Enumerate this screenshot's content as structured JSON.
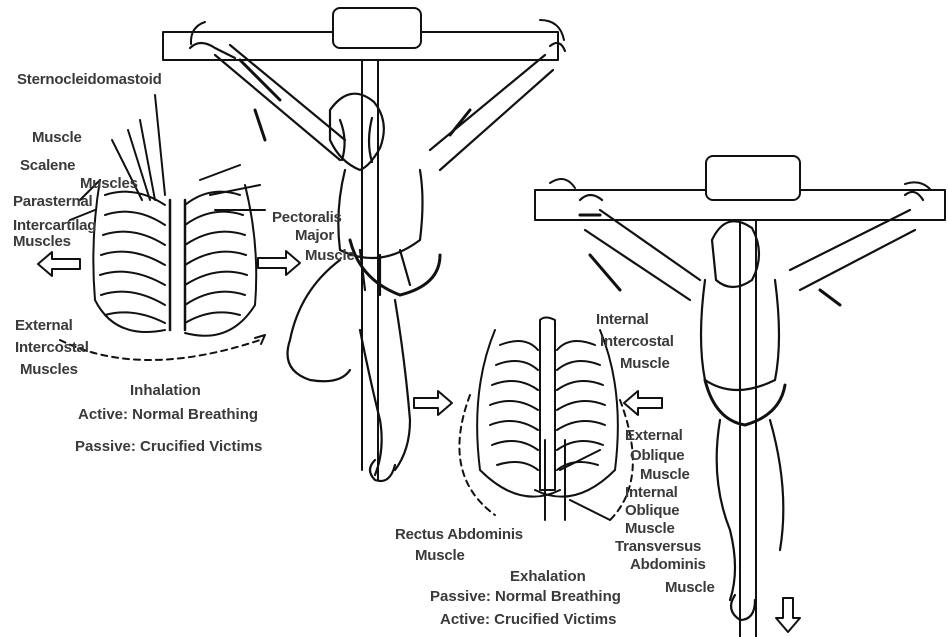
{
  "labels": {
    "sternocleidomastoid": "Sternocleidomastoid",
    "muscle": "Muscle",
    "scalene": "Scalene",
    "muscles_scalene": "Muscles",
    "parasternal": "Parasternal",
    "intercartilaginous": "Intercartilag",
    "muscles_parasternal": "Muscles",
    "pectoralis": "Pectoralis",
    "major": "Major",
    "muscle_pectoralis": "Muscle",
    "external": "External",
    "intercostal": "Intercostal",
    "muscles_external": "Muscles",
    "internal_a": "Internal",
    "intercostal_b": "Intercostal",
    "muscle_internal": "Muscle",
    "external_b": "External",
    "oblique_a": "Oblique",
    "muscle_oblique_a": "Muscle",
    "internal_b": "Internal",
    "oblique_b": "Oblique",
    "muscle_oblique_b": "Muscle",
    "rectus_abdominis": "Rectus Abdominis",
    "muscle_rectus": "Muscle",
    "transversus": "Transversus",
    "abdominis": "Abdominis",
    "muscle_transversus": "Muscle"
  },
  "captions": {
    "inhalation": "Inhalation",
    "inhalation_active": "Active: Normal Breathing",
    "inhalation_passive": "Passive: Crucified Victims",
    "exhalation": "Exhalation",
    "exhalation_passive": "Passive: Normal Breathing",
    "exhalation_active": "Active: Crucified Victims"
  },
  "colors": {
    "ink": "#111111",
    "label": "#3a3a3a",
    "background": "#ffffff"
  },
  "icons": [
    "arrow-left-icon",
    "arrow-right-icon",
    "arrow-down-icon"
  ]
}
